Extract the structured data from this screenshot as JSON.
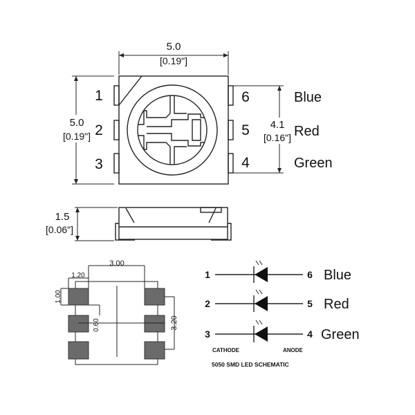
{
  "top_view": {
    "width_mm": "5.0",
    "width_in": "[0.19\"]",
    "height_mm": "5.0",
    "height_in": "[0.19\"]",
    "pin_span_mm": "4.1",
    "pin_span_in": "[0.16\"]",
    "pins_left": [
      "1",
      "2",
      "3"
    ],
    "pins_right": [
      "6",
      "5",
      "4"
    ],
    "colors": [
      "Blue",
      "Red",
      "Green"
    ]
  },
  "side_view": {
    "height_mm": "1.5",
    "height_in": "[0.06\"]"
  },
  "footprint": {
    "pad_spacing": "3.00",
    "pad_width": "1.20",
    "pad_height": "1.00",
    "pad_gap": "0.60",
    "pad_span": "3.20"
  },
  "schematic": {
    "rows": [
      {
        "cathode": "1",
        "anode": "6",
        "color": "Blue"
      },
      {
        "cathode": "2",
        "anode": "5",
        "color": "Red"
      },
      {
        "cathode": "3",
        "anode": "4",
        "color": "Green"
      }
    ],
    "cathode_label": "CATHODE",
    "anode_label": "ANODE",
    "title": "5050 SMD LED SCHEMATIC"
  }
}
